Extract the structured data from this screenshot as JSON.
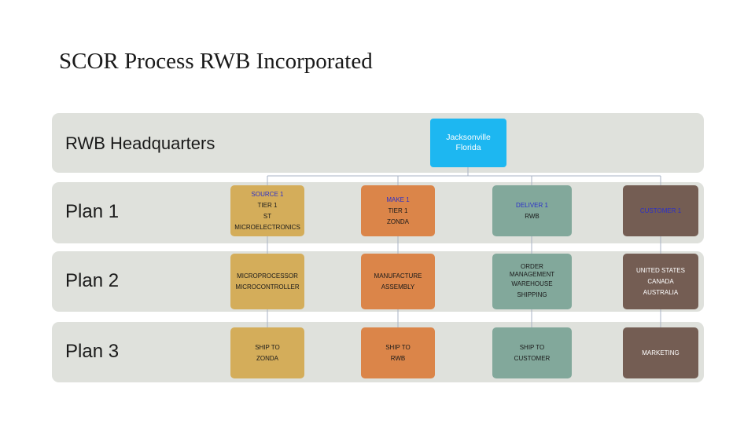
{
  "title": "SCOR Process RWB Incorporated",
  "bands": {
    "hq": "RWB Headquarters",
    "plan1": "Plan 1",
    "plan2": "Plan 2",
    "plan3": "Plan 3"
  },
  "hq_node": {
    "line1": "Jacksonville",
    "line2": "Florida"
  },
  "plan1": {
    "source": [
      "SOURCE 1",
      "TIER 1",
      "ST",
      "MICROELECTRONICS"
    ],
    "make": [
      "MAKE 1",
      "TIER 1",
      "ZONDA"
    ],
    "deliver": [
      "DELIVER 1",
      "RWB"
    ],
    "customer": [
      "CUSTOMER 1"
    ]
  },
  "plan2": {
    "source": [
      "MICROPROCESSOR",
      "MICROCONTROLLER"
    ],
    "make": [
      "MANUFACTURE",
      "ASSEMBLY"
    ],
    "deliver": [
      "ORDER",
      "MANAGEMENT",
      "WAREHOUSE",
      "SHIPPING"
    ],
    "customer": [
      "UNITED STATES",
      "CANADA",
      "AUSTRALIA"
    ]
  },
  "plan3": {
    "source": [
      "SHIP TO",
      "ZONDA"
    ],
    "make": [
      "SHIP TO",
      "RWB"
    ],
    "deliver": [
      "SHIP TO",
      "CUSTOMER"
    ],
    "customer": [
      "MARKETING"
    ]
  },
  "colors": {
    "band": "#dfe1dc",
    "hq": "#1db7f1",
    "source": "#d4ad5a",
    "make": "#db8549",
    "deliver": "#82a89b",
    "customer": "#745d53",
    "highlight_text": "#2b2fc8"
  }
}
